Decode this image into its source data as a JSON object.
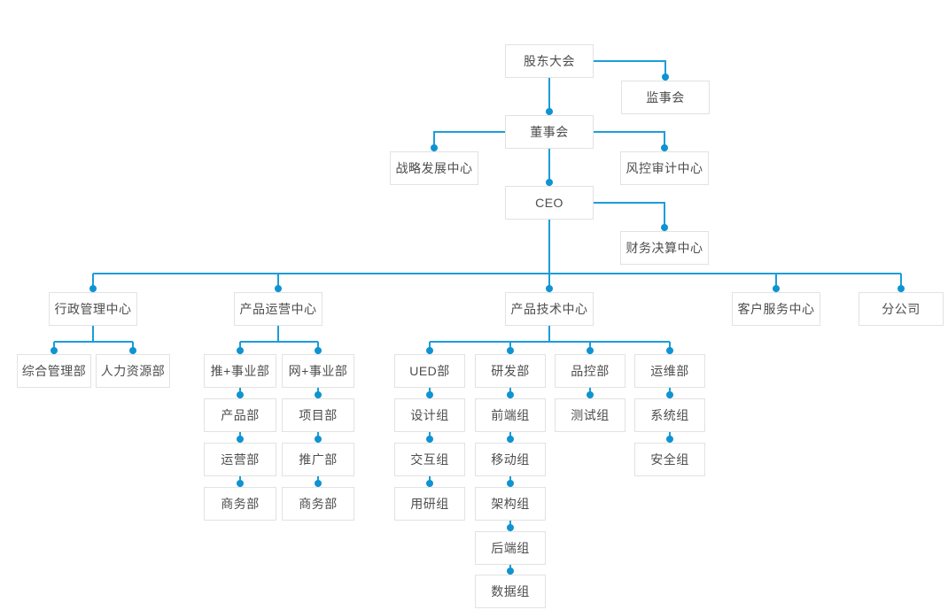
{
  "diagram": {
    "type": "org-chart",
    "colors": {
      "background": "#ffffff",
      "line": "#1b9dda",
      "dot": "#0f93d2",
      "box_bg": "#ffffff",
      "box_border": "#e2e2e2",
      "text": "#4d4d4d"
    },
    "nodes": [
      {
        "id": "shareholders",
        "label": "股东大会",
        "parent": null
      },
      {
        "id": "supervisory",
        "label": "监事会",
        "parent": "shareholders"
      },
      {
        "id": "board",
        "label": "董事会",
        "parent": "shareholders"
      },
      {
        "id": "strategy",
        "label": "战略发展中心",
        "parent": "board"
      },
      {
        "id": "risk",
        "label": "风控审计中心",
        "parent": "board"
      },
      {
        "id": "ceo",
        "label": "CEO",
        "parent": "board"
      },
      {
        "id": "finance",
        "label": "财务决算中心",
        "parent": "ceo"
      },
      {
        "id": "admin",
        "label": "行政管理中心",
        "parent": "ceo"
      },
      {
        "id": "product-ops",
        "label": "产品运营中心",
        "parent": "ceo"
      },
      {
        "id": "product-tech",
        "label": "产品技术中心",
        "parent": "ceo"
      },
      {
        "id": "customer-service",
        "label": "客户服务中心",
        "parent": "ceo"
      },
      {
        "id": "branch",
        "label": "分公司",
        "parent": "ceo"
      },
      {
        "id": "general-mgmt",
        "label": "综合管理部",
        "parent": "admin"
      },
      {
        "id": "hr",
        "label": "人力资源部",
        "parent": "admin"
      },
      {
        "id": "tui-div",
        "label": "推+事业部",
        "parent": "product-ops"
      },
      {
        "id": "wang-div",
        "label": "网+事业部",
        "parent": "product-ops"
      },
      {
        "id": "product-dept",
        "label": "产品部",
        "parent": "tui-div"
      },
      {
        "id": "operations-dept",
        "label": "运营部",
        "parent": "product-dept"
      },
      {
        "id": "business-dept-1",
        "label": "商务部",
        "parent": "operations-dept"
      },
      {
        "id": "project-dept",
        "label": "项目部",
        "parent": "wang-div"
      },
      {
        "id": "promotion-dept",
        "label": "推广部",
        "parent": "project-dept"
      },
      {
        "id": "business-dept-2",
        "label": "商务部",
        "parent": "promotion-dept"
      },
      {
        "id": "ued",
        "label": "UED部",
        "parent": "product-tech"
      },
      {
        "id": "design-group",
        "label": "设计组",
        "parent": "ued"
      },
      {
        "id": "interaction-group",
        "label": "交互组",
        "parent": "design-group"
      },
      {
        "id": "user-research-group",
        "label": "用研组",
        "parent": "interaction-group"
      },
      {
        "id": "rd",
        "label": "研发部",
        "parent": "product-tech"
      },
      {
        "id": "frontend-group",
        "label": "前端组",
        "parent": "rd"
      },
      {
        "id": "mobile-group",
        "label": "移动组",
        "parent": "frontend-group"
      },
      {
        "id": "architecture-group",
        "label": "架构组",
        "parent": "mobile-group"
      },
      {
        "id": "backend-group",
        "label": "后端组",
        "parent": "architecture-group"
      },
      {
        "id": "data-group",
        "label": "数据组",
        "parent": "backend-group"
      },
      {
        "id": "qc",
        "label": "品控部",
        "parent": "product-tech"
      },
      {
        "id": "testing-group",
        "label": "测试组",
        "parent": "qc"
      },
      {
        "id": "ops",
        "label": "运维部",
        "parent": "product-tech"
      },
      {
        "id": "system-group",
        "label": "系统组",
        "parent": "ops"
      },
      {
        "id": "security-group",
        "label": "安全组",
        "parent": "ops"
      }
    ]
  }
}
